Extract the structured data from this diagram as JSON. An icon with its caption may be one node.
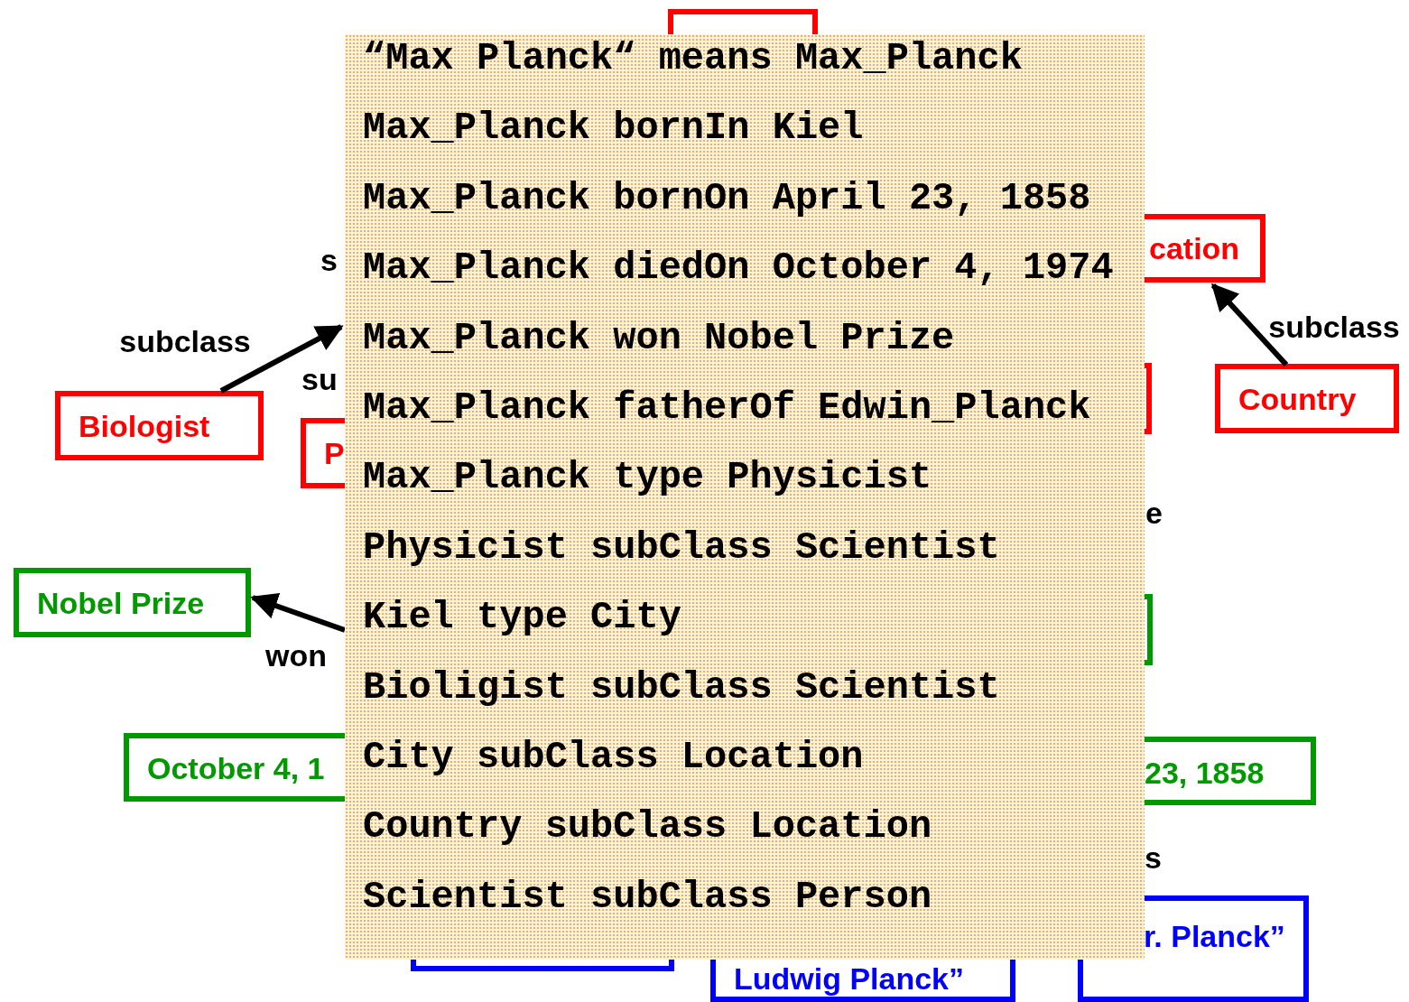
{
  "diagram": {
    "nodes": [
      {
        "text": [],
        "shape": "box"
      },
      {
        "text": [
          "“Max Planck“ means Max_Planck",
          "Max_Planck bornIn Kiel",
          "Max_Planck bornOn April 23, 1858",
          "Max_Planck diedOn October 4, 1974",
          "Max_Planck won Nobel Prize",
          "Max_Planck fatherOf Edwin_Planck",
          "Max_Planck type Physicist",
          "Physicist subClass Scientist",
          "Kiel type City",
          "Bioligist subClass Scientist",
          "City subClass Location",
          "Country subClass Location",
          "Scientist subClass Person"
        ]
      },
      {
        "text": [
          "cation"
        ]
      },
      {
        "text": [
          "Biologist"
        ]
      },
      {
        "text": [
          "P"
        ]
      },
      {
        "text": [],
        "shape": "box"
      },
      {
        "text": [
          "Country"
        ]
      },
      {
        "text": [
          "Nobel Prize"
        ]
      },
      {
        "text": [],
        "shape": "box"
      },
      {
        "text": [
          "October 4, 1"
        ]
      },
      {
        "text": [
          "23, 1858"
        ]
      },
      {
        "text": [],
        "shape": "box"
      },
      {
        "text": [
          "Ludwig Planck”"
        ]
      },
      {
        "text": [
          "r. Planck”"
        ]
      }
    ],
    "edges": [
      {
        "from": 3,
        "to": 1,
        "arrow": "to",
        "label": "subclass"
      },
      {
        "from": 6,
        "to": 2,
        "arrow": "to",
        "label": "subclass"
      },
      {
        "from": 1,
        "to": 7,
        "arrow": "to",
        "label": "won"
      }
    ],
    "labels": [
      "s",
      "su",
      "e",
      "s"
    ]
  }
}
